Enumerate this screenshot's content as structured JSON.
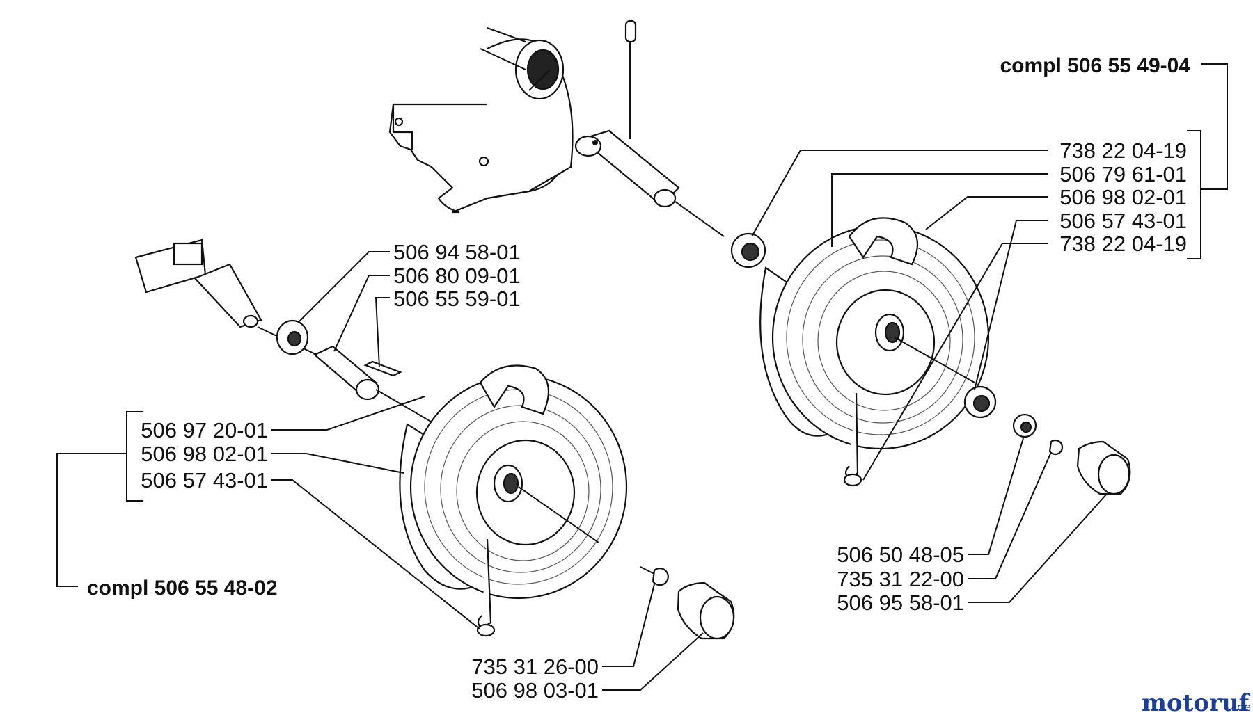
{
  "assemblies": {
    "right": {
      "label": "compl 506 55 49-04"
    },
    "left": {
      "label": "compl 506 55 48-02"
    }
  },
  "right_wheel_parts": [
    "738 22 04-19",
    "506 79 61-01",
    "506 98 02-01",
    "506 57 43-01",
    "738 22 04-19"
  ],
  "left_axle_parts": [
    "506 94 58-01",
    "506 80 09-01",
    "506 55 59-01"
  ],
  "left_wheel_parts": [
    "506 97 20-01",
    "506 98 02-01",
    "506 57 43-01"
  ],
  "right_hub_parts": [
    "506 50 48-05",
    "735 31 22-00",
    "506 95 58-01"
  ],
  "left_hub_parts": [
    "735 31 26-00",
    "506 98 03-01"
  ],
  "watermark": {
    "brand": "motoruf",
    "suffix": ".de"
  },
  "colors": {
    "line": "#111111",
    "background": "#ffffff",
    "watermark_blue": "#1e3f8f",
    "watermark_orange": "#e07a1a"
  }
}
